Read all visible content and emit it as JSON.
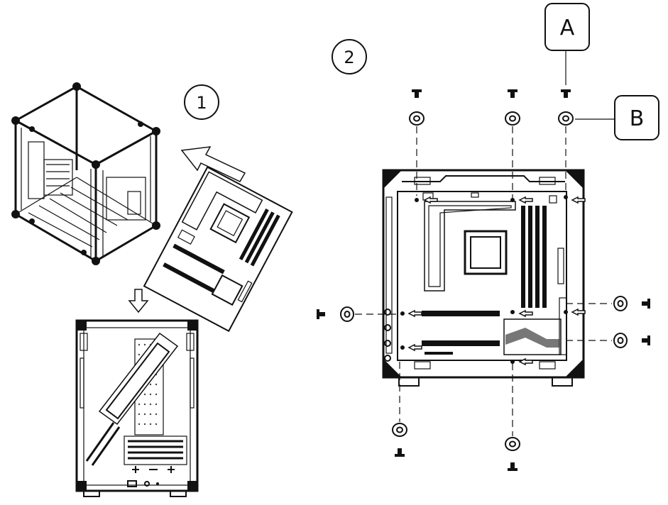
{
  "steps": {
    "step1": "1",
    "step2": "2"
  },
  "callouts": {
    "a": "A",
    "b": "B"
  },
  "colors": {
    "line": "#111111",
    "background": "#ffffff"
  }
}
